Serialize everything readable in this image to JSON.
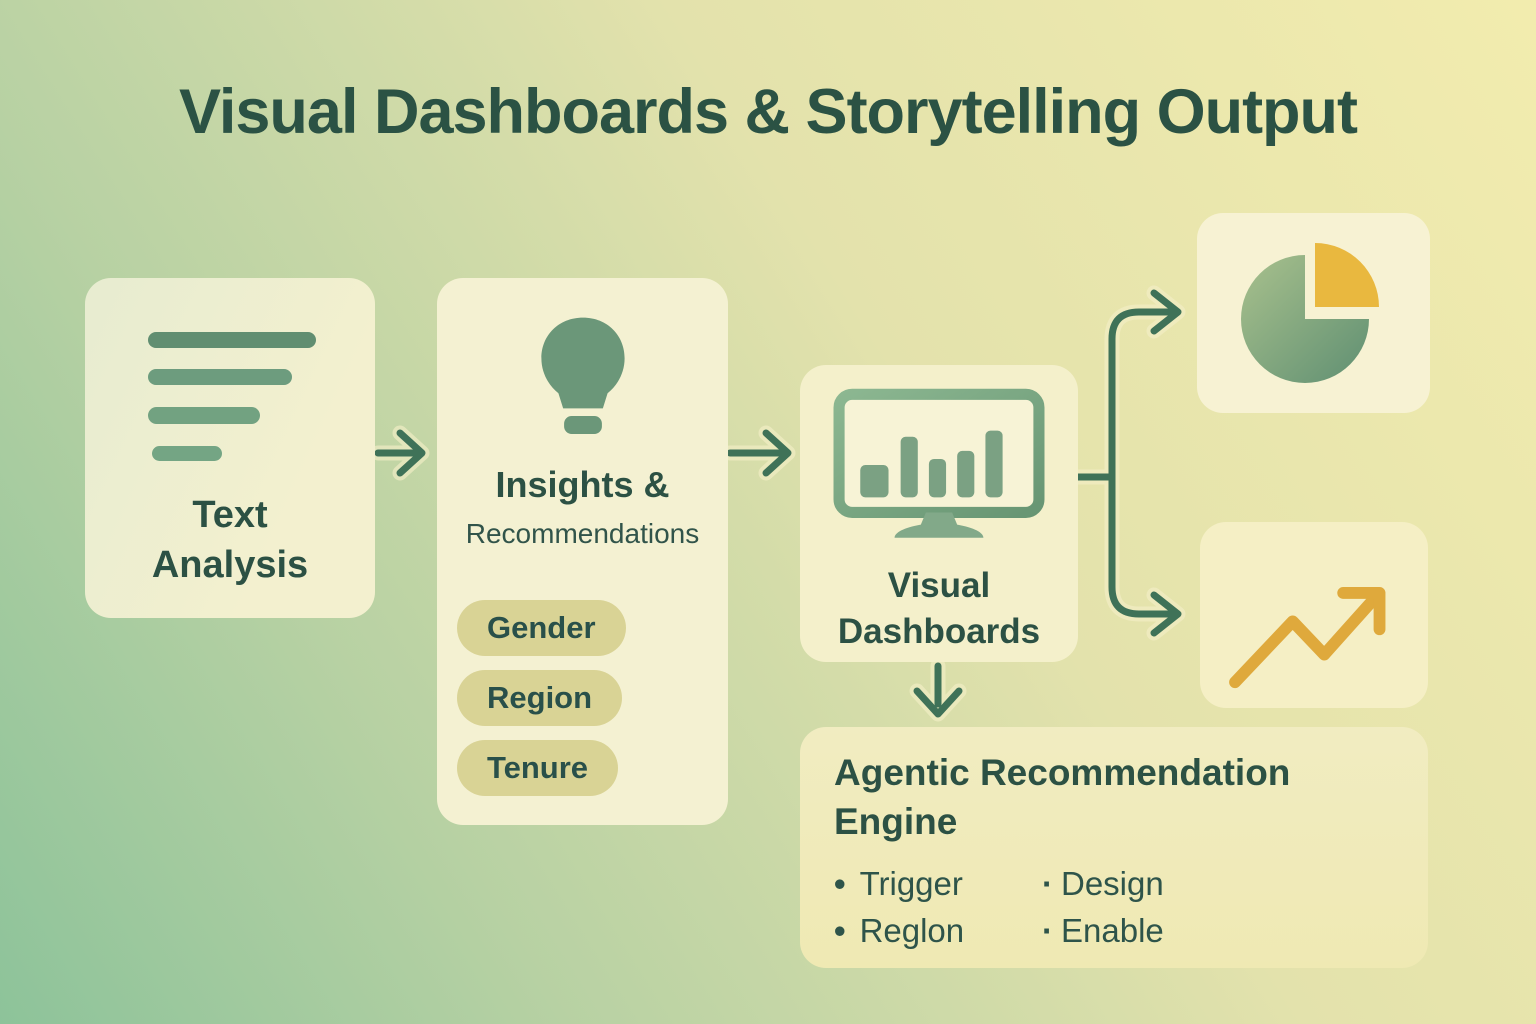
{
  "title": "Visual Dashboards & Storytelling Output",
  "nodes": {
    "text_analysis": {
      "label": "Text Analysis",
      "icon": "text-lines-icon"
    },
    "insights": {
      "heading": "Insights &",
      "subheading": "Recommendations",
      "icon": "lightbulb-icon",
      "tags": [
        "Gender",
        "Region",
        "Tenure"
      ]
    },
    "visual_dashboards": {
      "label": "Visual Dashboards",
      "icon": "monitor-bar-chart-icon"
    },
    "pie_chart": {
      "icon": "pie-chart-icon"
    },
    "trend_chart": {
      "icon": "trend-up-icon"
    },
    "engine": {
      "heading": "Agentic Recommendation Engine",
      "bullet_marker": "•",
      "bullet_marker_small": "·",
      "bullets": [
        "Trigger",
        "Design",
        "Reglon",
        "Enable"
      ]
    }
  },
  "colors": {
    "background_green": "#8dc39a",
    "background_yellow": "#f2ecae",
    "card_cream": "#f4f1d2",
    "dark_green_text": "#2c5144",
    "icon_green": "#6b9779",
    "arrow_green": "#3f7258",
    "pill_khaki": "#d9d395",
    "accent_yellow": "#e9b83f"
  }
}
